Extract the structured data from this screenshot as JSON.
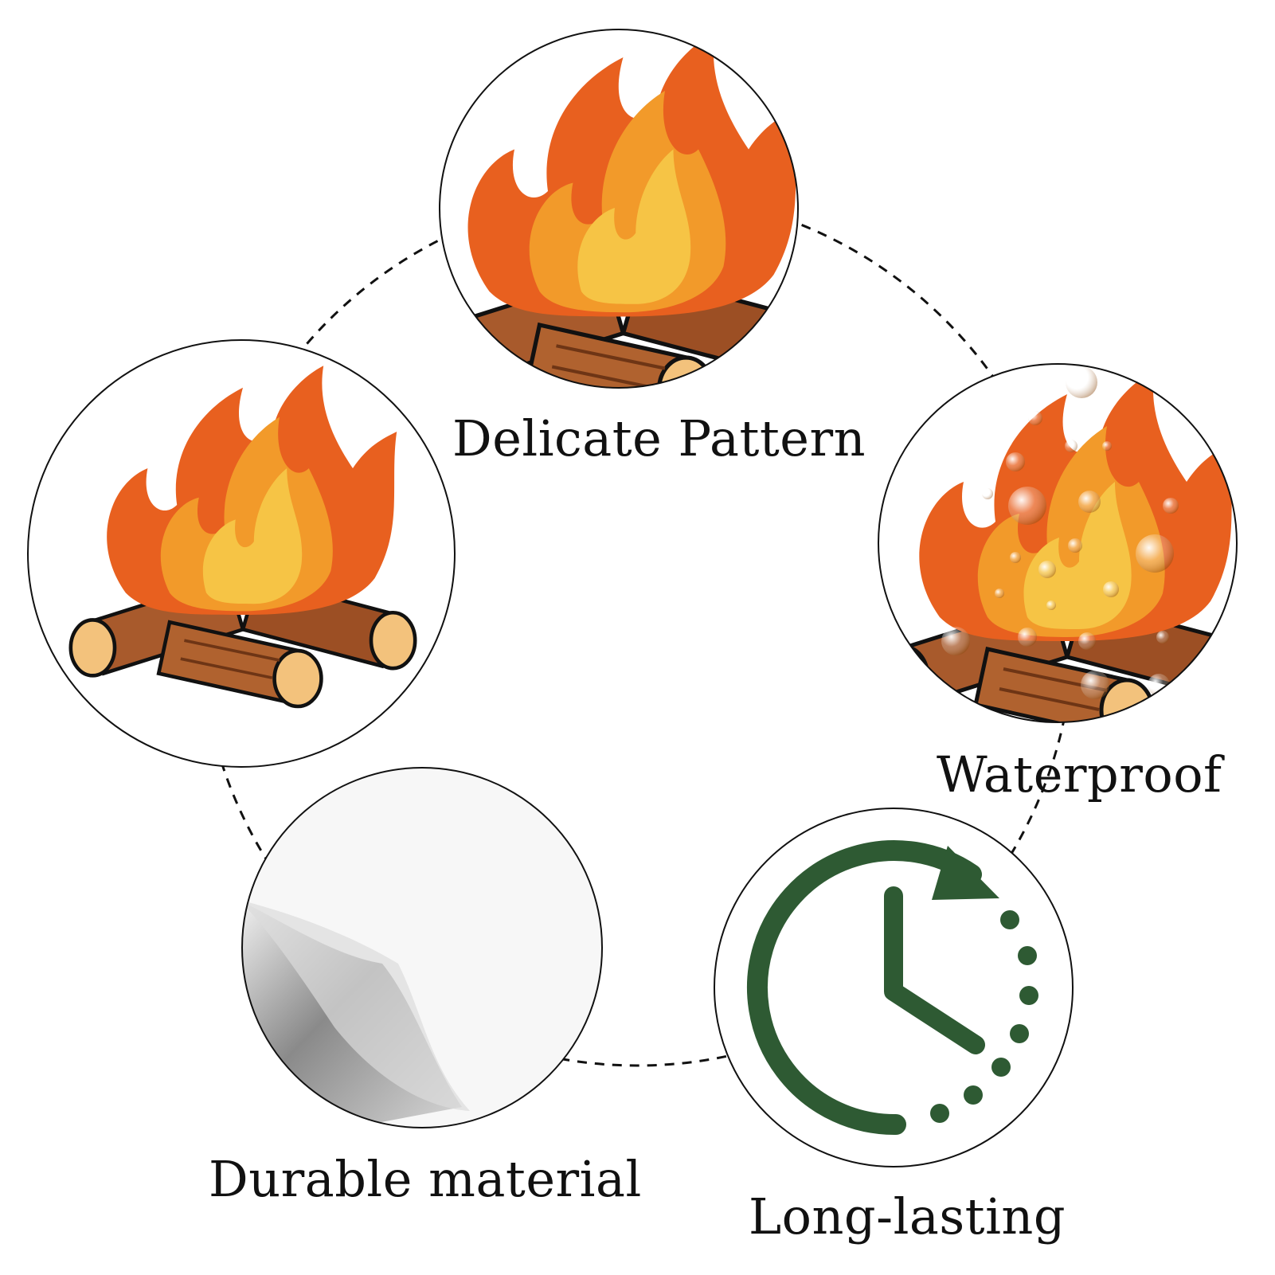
{
  "features": [
    {
      "key": "delicate",
      "label": "Delicate Pattern"
    },
    {
      "key": "waterproof",
      "label": "Waterproof"
    },
    {
      "key": "durable",
      "label": "Durable material"
    },
    {
      "key": "longlasting",
      "label": "Long-lasting"
    }
  ],
  "icons": {
    "campfire_top": "campfire-icon",
    "campfire_left": "campfire-icon",
    "campfire_wet": "waterproof-campfire-icon",
    "sticker": "peeling-sticker-icon",
    "clock": "clock-refresh-icon"
  },
  "colors": {
    "flame_outer": "#e8601f",
    "flame_mid": "#f29a2a",
    "flame_inner": "#f6c445",
    "log": "#a85a2c",
    "log_end": "#f3c27c",
    "clock_green": "#2e5a33",
    "outline": "#111111"
  }
}
